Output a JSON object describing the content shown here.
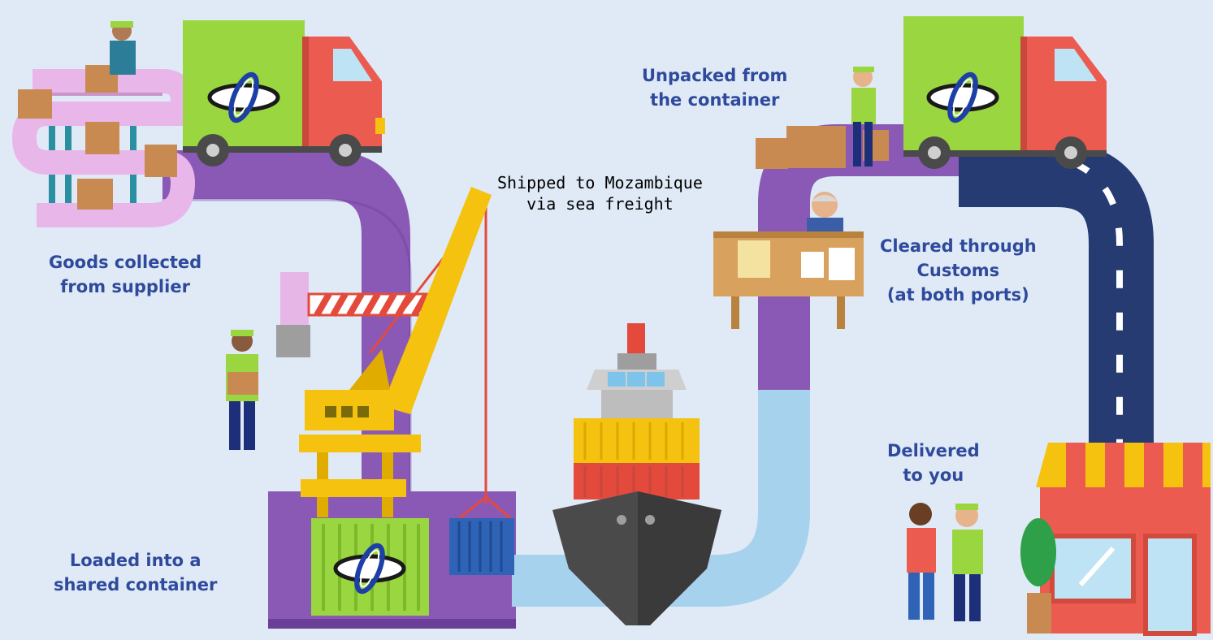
{
  "labels": {
    "goods_collected": [
      "Goods collected",
      "from supplier"
    ],
    "loaded": [
      "Loaded into a",
      "shared container"
    ],
    "shipped": [
      "Shipped to Mozambique",
      "via sea freight"
    ],
    "unpacked": [
      "Unpacked from",
      "the container"
    ],
    "customs": [
      "Cleared through",
      "Customs",
      "(at both ports)"
    ],
    "delivered": [
      "Delivered",
      "to you"
    ]
  },
  "colors": {
    "background": "#dfeaf6",
    "road_purple": "#8a59b6",
    "road_navy": "#263b72",
    "sea_blue": "#a6d2ee",
    "label_blue": "#2f4a9c",
    "truck_green": "#9ad640",
    "truck_red": "#ec5b4f",
    "crane_yellow": "#f4c20f",
    "ship_grey": "#4a4a4a"
  },
  "icons": [
    "conveyor-icon",
    "worker-icon",
    "truck-icon",
    "barrier-icon",
    "crane-icon",
    "container-icon",
    "ship-icon",
    "customs-desk-icon",
    "officer-icon",
    "shop-icon",
    "plant-icon",
    "logo-icon"
  ]
}
